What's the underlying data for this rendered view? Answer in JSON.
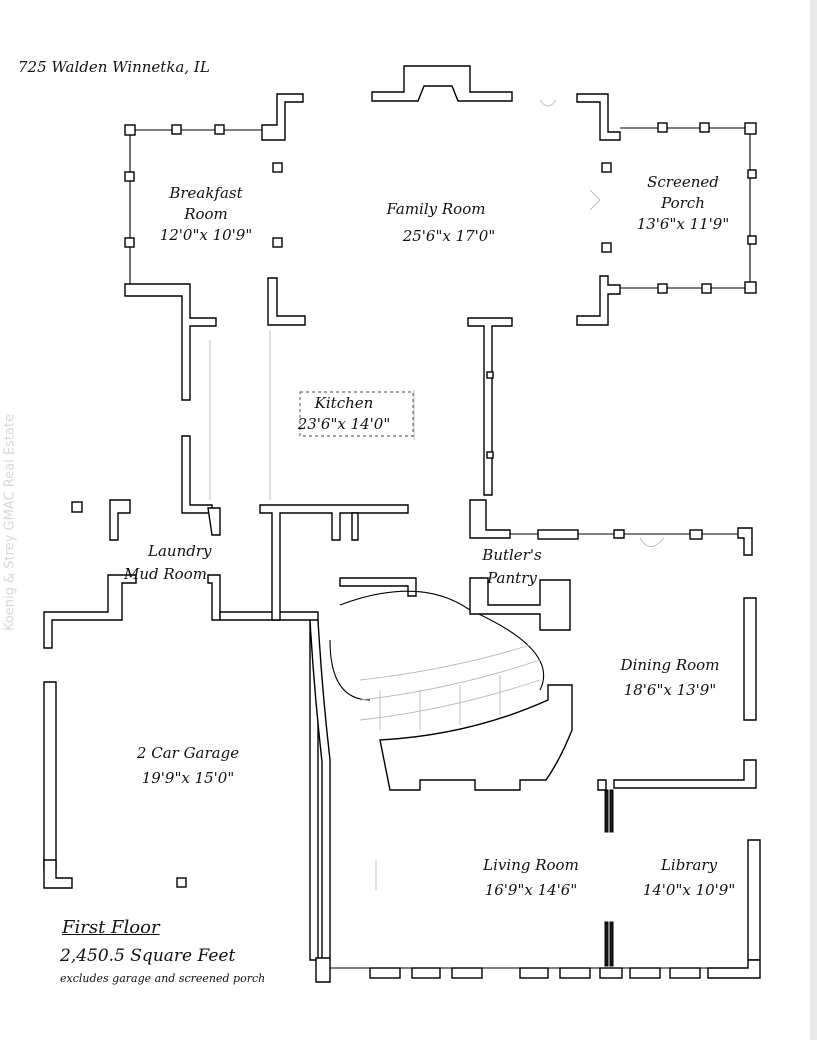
{
  "address": "725 Walden Winnetka, IL",
  "watermark": "Koenig & Strey GMAC Real Estate",
  "floor": {
    "title": "First Floor",
    "area": "2,450.5 Square Feet",
    "note": "excludes garage and screened porch"
  },
  "rooms": [
    {
      "id": "breakfast-room",
      "name_lines": [
        "Breakfast",
        "Room"
      ],
      "dims": "12'0\"x 10'9\""
    },
    {
      "id": "family-room",
      "name_lines": [
        "Family Room"
      ],
      "dims": "25'6\"x 17'0\""
    },
    {
      "id": "screened-porch",
      "name_lines": [
        "Screened",
        "Porch"
      ],
      "dims": "13'6\"x 11'9\""
    },
    {
      "id": "kitchen",
      "name_lines": [
        "Kitchen"
      ],
      "dims": "23'6\"x 14'0\""
    },
    {
      "id": "laundry-mud-room",
      "name_lines": [
        "Laundry",
        "Mud Room"
      ],
      "dims": ""
    },
    {
      "id": "butlers-pantry",
      "name_lines": [
        "Butler's",
        "Pantry"
      ],
      "dims": ""
    },
    {
      "id": "dining-room",
      "name_lines": [
        "Dining Room"
      ],
      "dims": "18'6\"x  13'9\""
    },
    {
      "id": "garage",
      "name_lines": [
        "2 Car Garage"
      ],
      "dims": "19'9\"x 15'0\""
    },
    {
      "id": "living-room",
      "name_lines": [
        "Living Room"
      ],
      "dims": "16'9\"x 14'6\""
    },
    {
      "id": "library",
      "name_lines": [
        "Library"
      ],
      "dims": "14'0\"x 10'9\""
    }
  ]
}
